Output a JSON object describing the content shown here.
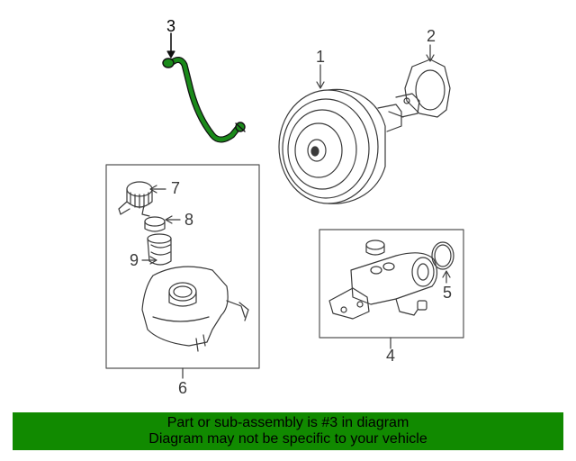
{
  "callouts": {
    "c1": "1",
    "c2": "2",
    "c3": "3",
    "c4": "4",
    "c5": "5",
    "c6": "6",
    "c7": "7",
    "c8": "8",
    "c9": "9"
  },
  "highlight_color": "#1a8a1a",
  "banner": {
    "line1": "Part or sub-assembly is #3 in diagram",
    "line2": "Diagram may not be specific to your vehicle",
    "background": "#118a00"
  }
}
